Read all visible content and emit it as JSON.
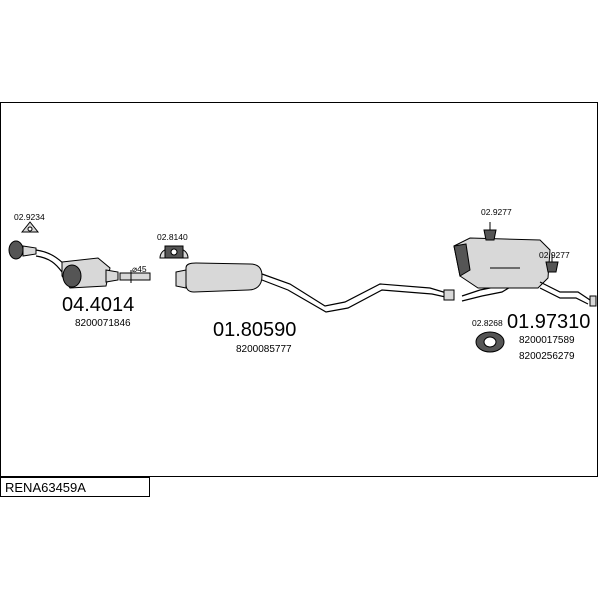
{
  "diagram": {
    "code": "RENA63459A",
    "parts": {
      "catalyst": {
        "number": "04.4014",
        "oem": [
          "8200071846"
        ]
      },
      "middle_pipe": {
        "number": "01.80590",
        "oem": [
          "8200085777"
        ]
      },
      "rear_silencer": {
        "number": "01.97310",
        "oem": [
          "8200017589",
          "8200256279"
        ]
      }
    },
    "fittings": {
      "gasket_front": "02.9234",
      "clamp_middle": "02.8140",
      "hanger_rear_top": "02.9277",
      "hanger_rear_right": "02.9277",
      "rubber_rear": "02.8268"
    },
    "diameter_label": "⌀45"
  }
}
